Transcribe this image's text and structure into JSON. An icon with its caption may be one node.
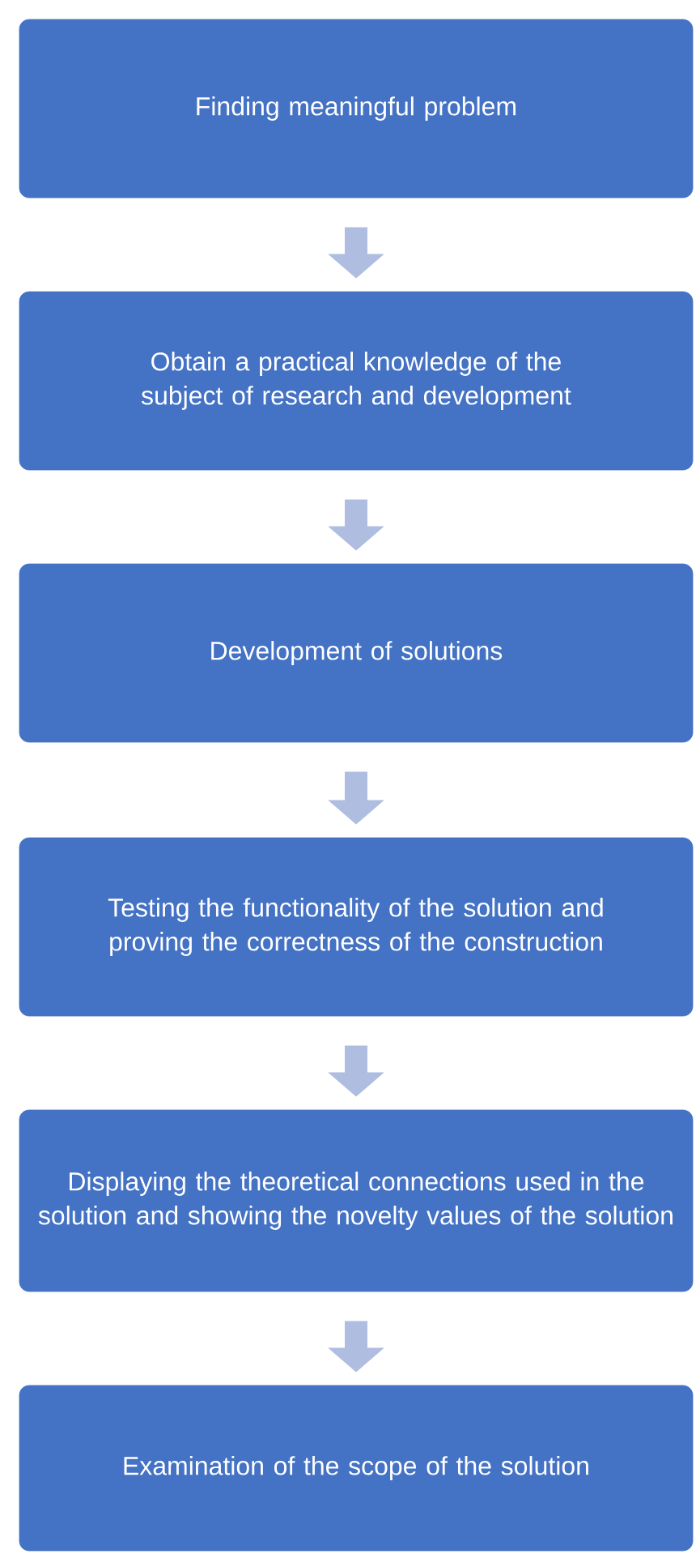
{
  "diagram": {
    "nodes": [
      {
        "text": [
          "Finding meaningful problem"
        ]
      },
      {
        "text": [
          "Obtain a practical knowledge of the subject of research and development"
        ]
      },
      {
        "text": [
          "Development of solutions"
        ]
      },
      {
        "text": [
          "Testing the functionality of the solution and proving the correctness of the construction"
        ]
      },
      {
        "text": [
          "Displaying the theoretical connections used in the solution and showing the novelty values of the solution"
        ]
      },
      {
        "text": [
          "Examination of the scope of the solution"
        ]
      }
    ],
    "edges": [
      {
        "from": 0,
        "to": 1,
        "arrow": "to"
      },
      {
        "from": 1,
        "to": 2,
        "arrow": "to"
      },
      {
        "from": 2,
        "to": 3,
        "arrow": "to"
      },
      {
        "from": 3,
        "to": 4,
        "arrow": "to"
      },
      {
        "from": 4,
        "to": 5,
        "arrow": "to"
      }
    ]
  }
}
